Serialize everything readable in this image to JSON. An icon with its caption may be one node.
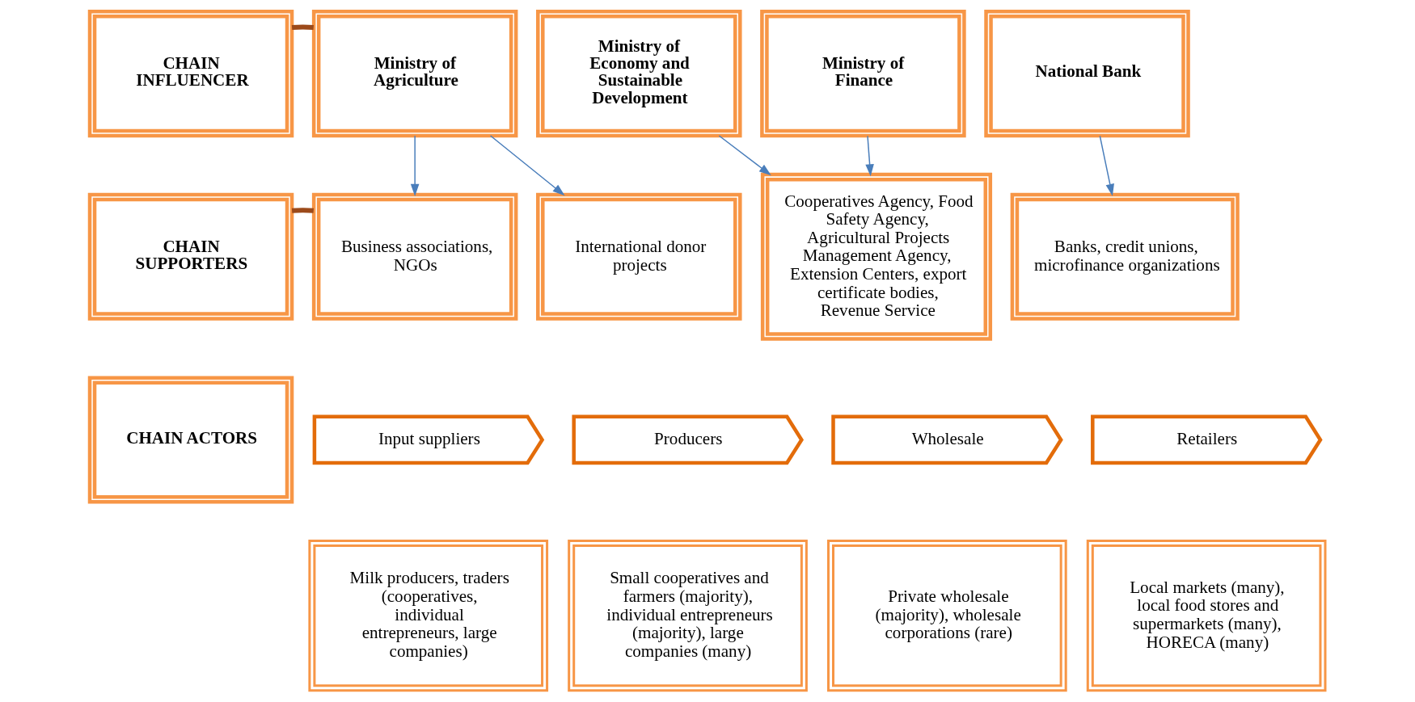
{
  "diagram": {
    "nodes": [
      {
        "text": [
          "CHAIN INFLUENCER"
        ]
      },
      {
        "text": [
          "Ministry of Agriculture"
        ]
      },
      {
        "text": [
          "Ministry of Economy and Sustainable Development"
        ]
      },
      {
        "text": [
          "Ministry of Finance"
        ]
      },
      {
        "text": [
          "National Bank"
        ]
      },
      {
        "text": [
          "CHAIN SUPPORTERS"
        ]
      },
      {
        "text": [
          "Business associations, NGOs"
        ]
      },
      {
        "text": [
          "International donor projects"
        ]
      },
      {
        "text": [
          "Cooperatives Agency, Food Safety Agency, Agricultural Projects Management Agency, Extension Centers, export certificate bodies, Revenue Service"
        ]
      },
      {
        "text": [
          "Banks, credit unions, microfinance organizations"
        ]
      },
      {
        "text": [
          "CHAIN ACTORS"
        ]
      },
      {
        "text": [
          "Input suppliers"
        ]
      },
      {
        "text": [
          "Producers"
        ]
      },
      {
        "text": [
          "Wholesale"
        ]
      },
      {
        "text": [
          "Retailers"
        ]
      },
      {
        "text": [
          "Milk producers, traders (cooperatives, individual entrepreneurs, large companies)"
        ]
      },
      {
        "text": [
          "Small cooperatives and farmers (majority), individual entrepreneurs (majority), large companies (many)"
        ]
      },
      {
        "text": [
          "Private wholesale (majority), wholesale corporations (rare)"
        ]
      },
      {
        "text": [
          "Local markets (many), local food stores and supermarkets (many), HORECA (many)"
        ]
      }
    ],
    "edges": [
      {
        "from": 0,
        "to": 1,
        "arrow": "none",
        "style": "thick",
        "color": "#9c4a1a"
      },
      {
        "from": 1,
        "to": 6,
        "arrow": "to"
      },
      {
        "from": 1,
        "to": 7,
        "arrow": "to"
      },
      {
        "from": 2,
        "to": 8,
        "arrow": "to"
      },
      {
        "from": 3,
        "to": 8,
        "arrow": "to"
      },
      {
        "from": 4,
        "to": 9,
        "arrow": "to"
      },
      {
        "from": 5,
        "to": 6,
        "arrow": "none",
        "style": "thick",
        "color": "#9c4a1a"
      }
    ]
  }
}
